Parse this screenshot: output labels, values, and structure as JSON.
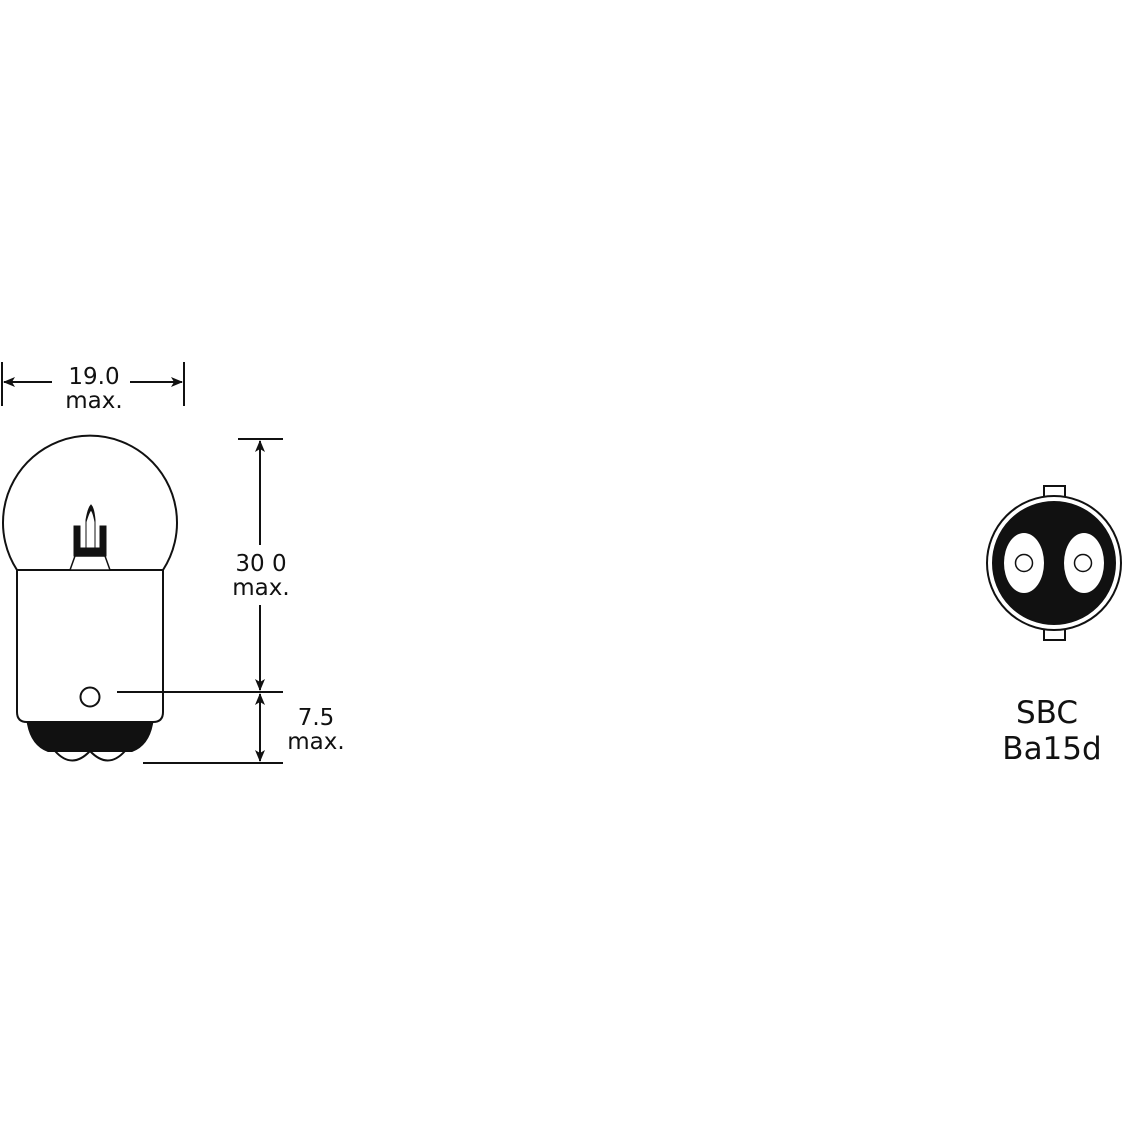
{
  "width_dimension": {
    "value": "19.0",
    "qualifier": "max."
  },
  "height_dimension": {
    "value": "30 0",
    "qualifier": "max."
  },
  "pin_dimension": {
    "value": "7.5",
    "qualifier": "max."
  },
  "base_type": {
    "name": "SBC",
    "code": "Ba15d"
  },
  "colors": {
    "line": "#111111",
    "background": "#ffffff"
  }
}
